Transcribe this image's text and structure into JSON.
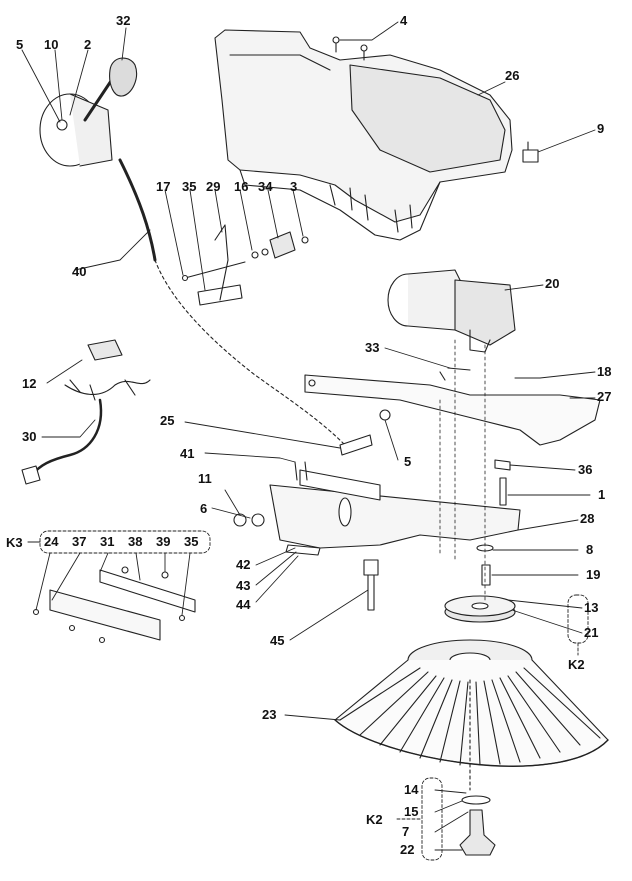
{
  "parts": {
    "p1": "1",
    "p2": "2",
    "p3": "3",
    "p4": "4",
    "p5a": "5",
    "p5b": "5",
    "p6": "6",
    "p7": "7",
    "p8": "8",
    "p9": "9",
    "p10": "10",
    "p11": "11",
    "p12": "12",
    "p13": "13",
    "p14": "14",
    "p15": "15",
    "p16": "16",
    "p17": "17",
    "p18": "18",
    "p19": "19",
    "p20": "20",
    "p21": "21",
    "p22": "22",
    "p23": "23",
    "p24": "24",
    "p25": "25",
    "p26": "26",
    "p27": "27",
    "p28": "28",
    "p29": "29",
    "p30": "30",
    "p31": "31",
    "p32": "32",
    "p33": "33",
    "p34": "34",
    "p35a": "35",
    "p35b": "35",
    "p36": "36",
    "p37": "37",
    "p38": "38",
    "p39": "39",
    "p40": "40",
    "p41": "41",
    "p42": "42",
    "p43": "43",
    "p44": "44",
    "p45": "45"
  },
  "kits": {
    "k3": "K3",
    "k2_upper": "K2",
    "k2_lower": "K2"
  }
}
